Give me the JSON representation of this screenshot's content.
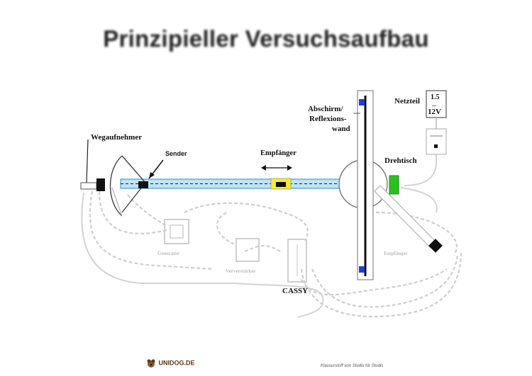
{
  "title": "Prinzipieller Versuchsaufbau",
  "labels": {
    "wegaufnehmer": "Wegaufnehmer",
    "sender": "Sender",
    "empfaenger_top": "Empfänger",
    "abschirm_1": "Abschirm/",
    "abschirm_2": "Reflexions-",
    "abschirm_3": "wand",
    "netzteil": "Netzteil",
    "netzteil_v1": "1.5",
    "netzteil_v2": "...",
    "netzteil_v3": "12V",
    "drehtisch": "Drehtisch",
    "generator": "Generator",
    "vorverstaerker": "Vorverstärker",
    "cassy": "CASSY",
    "empfaenger_right": "Empfänger"
  },
  "footer": {
    "logo": "UNIDOG.DE",
    "credit": "Klausurstoff von Studis für Studis"
  },
  "colors": {
    "rail_fill": "#bfe3f5",
    "rail_line": "#2a8ed1",
    "receiver_yellow": "#f3ee2a",
    "drehtisch_green": "#27c31c",
    "wall_blue": "#1f3fd6",
    "faint_gray": "#cfcfcf"
  }
}
